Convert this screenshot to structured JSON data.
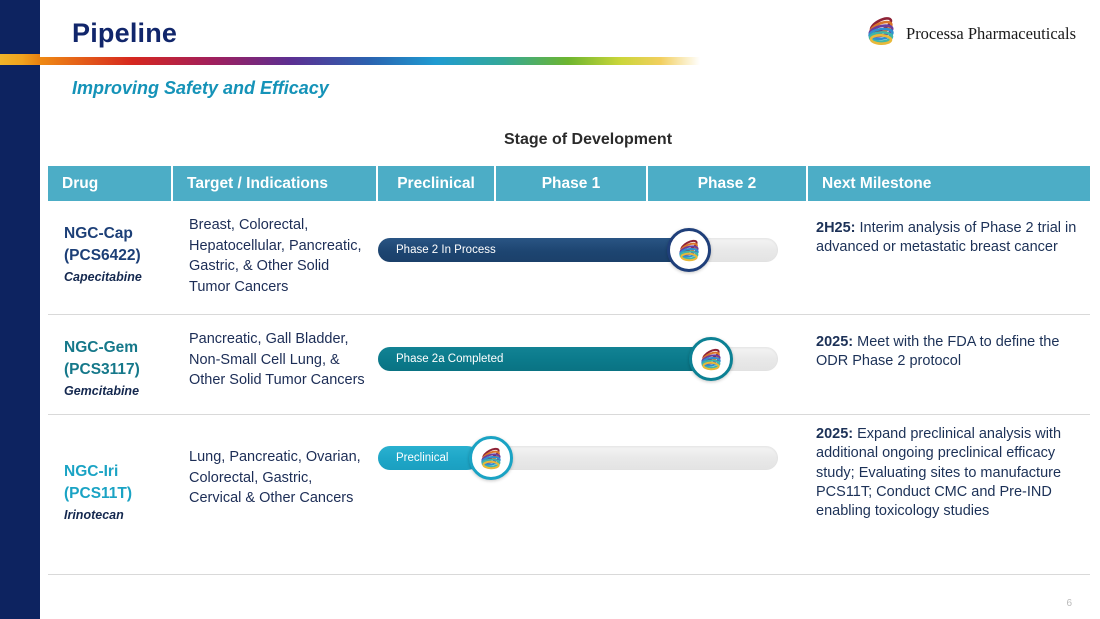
{
  "brand": {
    "name": "Processa Pharmaceuticals",
    "logo_icon": "ribbon-swirl-logo"
  },
  "header": {
    "title": "Pipeline",
    "subtitle": "Improving Safety and Efficacy",
    "accent_bar": "rainbow-gradient",
    "title_color": "#11266b",
    "subtitle_color": "#1593b8"
  },
  "section": {
    "stage_title": "Stage of Development"
  },
  "table": {
    "header_bg": "#4cadc6",
    "columns": [
      {
        "label": "Drug",
        "align": "left"
      },
      {
        "label": "Target / Indications",
        "align": "left"
      },
      {
        "label": "Preclinical",
        "align": "center"
      },
      {
        "label": "Phase 1",
        "align": "center"
      },
      {
        "label": "Phase 2",
        "align": "center"
      },
      {
        "label": "Next Milestone",
        "align": "left"
      }
    ],
    "rows": [
      {
        "drug_name": "NGC-Cap\n(PCS6422)",
        "drug_name_l1": "NGC-Cap",
        "drug_name_l2": "(PCS6422)",
        "drug_color": "#1c3f77",
        "generic": "Capecitabine",
        "indications": "Breast, Colorectal, Hepatocellular, Pancreatic, Gastric, & Other Solid Tumor Cancers",
        "bar_label": "Phase 2 In Process",
        "bar_style": "navy",
        "bar_fill_pct": 76,
        "milestone_lead": "2H25:",
        "milestone_text": " Interim analysis of Phase 2 trial in advanced or metastatic breast cancer"
      },
      {
        "drug_name_l1": "NGC-Gem",
        "drug_name_l2": "(PCS3117)",
        "drug_color": "#15788a",
        "generic": "Gemcitabine",
        "indications": "Pancreatic, Gall Bladder, Non-Small Cell Lung, & Other Solid Tumor Cancers",
        "bar_label": "Phase 2a Completed",
        "bar_style": "teal",
        "bar_fill_pct": 82,
        "milestone_lead": "2025:",
        "milestone_text": "  Meet with the FDA to define the ODR Phase 2 protocol"
      },
      {
        "drug_name_l1": "NGC-Iri",
        "drug_name_l2": "(PCS11T)",
        "drug_color": "#1aa3c4",
        "generic": "Irinotecan",
        "indications": "Lung, Pancreatic, Ovarian, Colorectal, Gastric, Cervical & Other Cancers",
        "bar_label": "Preclinical",
        "bar_style": "cyan",
        "bar_fill_pct": 25,
        "milestone_lead": "2025:",
        "milestone_text": " Expand preclinical analysis with additional ongoing preclinical efficacy study; Evaluating sites to manufacture PCS11T; Conduct CMC and Pre-IND enabling toxicology studies"
      }
    ]
  },
  "footer": {
    "page_number": "6"
  }
}
